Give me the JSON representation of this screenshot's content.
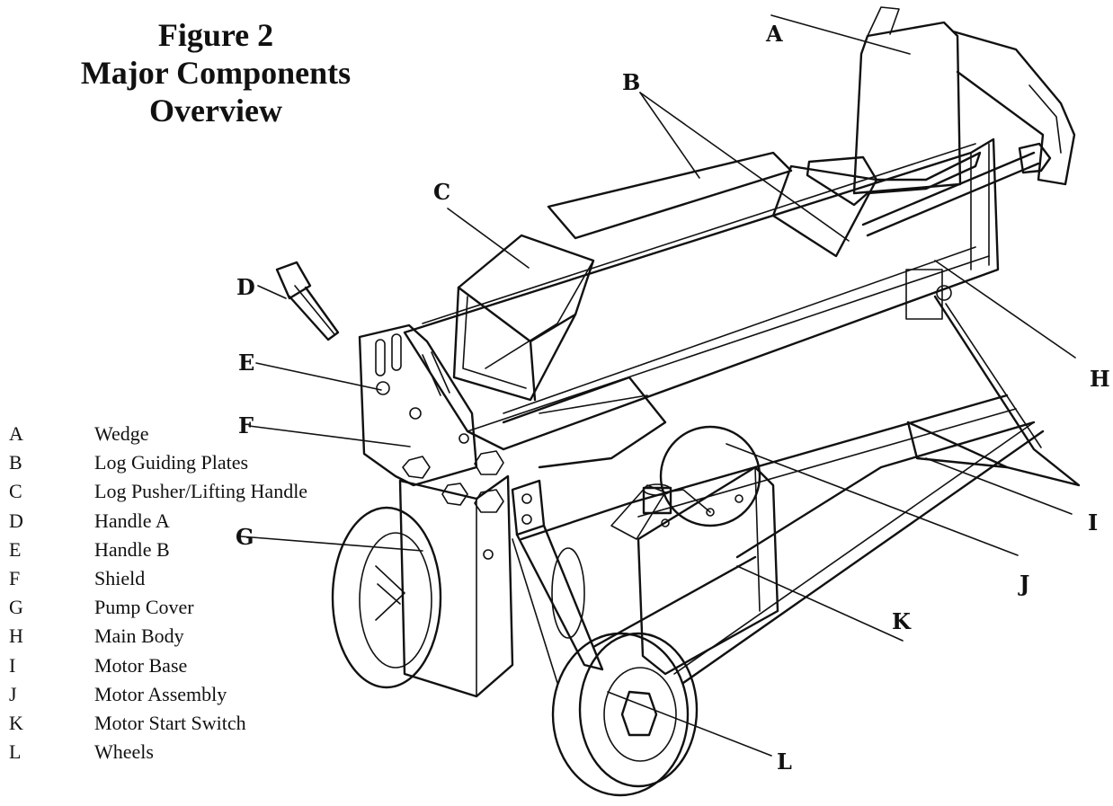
{
  "title": {
    "line1": "Figure 2",
    "line2": "Major Components",
    "line3": "Overview"
  },
  "components": [
    {
      "key": "A",
      "name": "Wedge"
    },
    {
      "key": "B",
      "name": "Log Guiding Plates"
    },
    {
      "key": "C",
      "name": "Log Pusher/Lifting Handle"
    },
    {
      "key": "D",
      "name": "Handle A"
    },
    {
      "key": "E",
      "name": "Handle B"
    },
    {
      "key": "F",
      "name": "Shield"
    },
    {
      "key": "G",
      "name": "Pump Cover"
    },
    {
      "key": "H",
      "name": "Main Body"
    },
    {
      "key": "I",
      "name": "Motor Base"
    },
    {
      "key": "J",
      "name": "Motor Assembly"
    },
    {
      "key": "K",
      "name": "Motor Start Switch"
    },
    {
      "key": "L",
      "name": "Wheels"
    }
  ],
  "callouts": [
    "A",
    "B",
    "C",
    "D",
    "E",
    "F",
    "G",
    "H",
    "I",
    "J",
    "K",
    "L"
  ]
}
